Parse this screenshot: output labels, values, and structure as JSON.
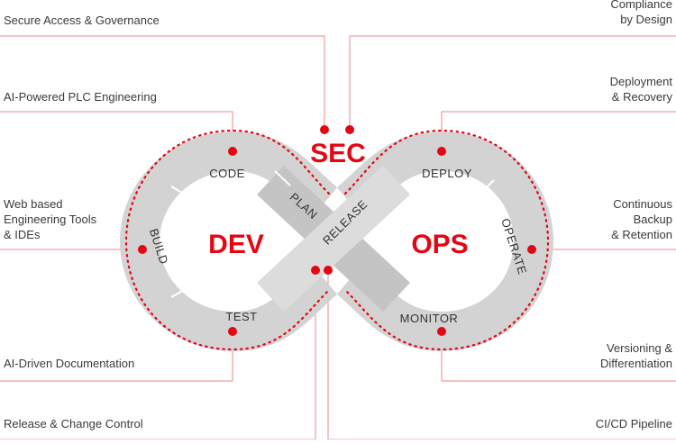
{
  "center": {
    "sec": "SEC",
    "dev": "DEV",
    "ops": "OPS"
  },
  "stages": {
    "code": "CODE",
    "build": "BUILD",
    "test": "TEST",
    "plan": "PLAN",
    "release": "RELEASE",
    "deploy": "DEPLOY",
    "operate": "OPERATE",
    "monitor": "MONITOR"
  },
  "callouts": {
    "secure_access": [
      "Secure Access & Governance"
    ],
    "ai_plc": [
      "AI-Powered PLC Engineering"
    ],
    "web_tools": [
      "Web based",
      "Engineering Tools",
      "& IDEs"
    ],
    "ai_docs": [
      "AI-Driven Documentation"
    ],
    "release_change": [
      "Release & Change Control"
    ],
    "compliance": [
      "Compliance",
      "by Design"
    ],
    "deployment": [
      "Deployment",
      "& Recovery"
    ],
    "backup": [
      "Continuous",
      "Backup",
      "& Retention"
    ],
    "versioning": [
      "Versioning &",
      "Differentiation"
    ],
    "cicd": [
      "CI/CD Pipeline"
    ]
  },
  "colors": {
    "accent": "#e30613",
    "band": "#d3d3d3",
    "band_dark": "#bdbdbd",
    "text": "#3a3a3a",
    "line": "#e88a8f"
  }
}
